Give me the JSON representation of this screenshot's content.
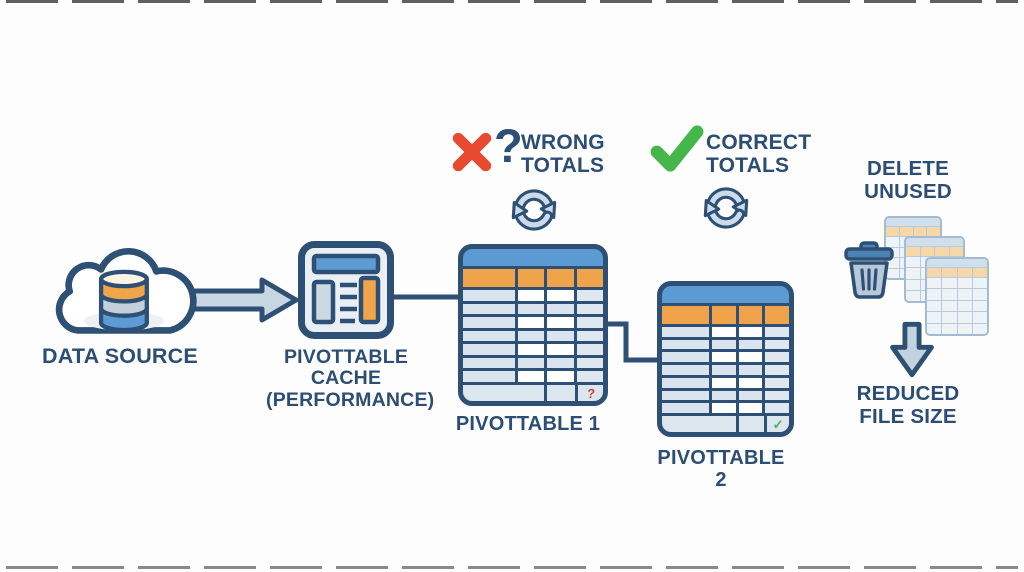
{
  "page": {
    "background": "#fdfdfd"
  },
  "colors": {
    "navy": "#2d5074",
    "text": "#2c4d74",
    "blue": "#5b9ad2",
    "orange": "#efa44c",
    "cell_light": "#d9e4ee",
    "red": "#e8492f",
    "green": "#45b649",
    "arrow_fill": "#c9d7e3"
  },
  "icons": {
    "cloud_database": "cloud with database cylinder",
    "arrow_right": "→",
    "cache_report": "table/report card",
    "refresh": "⟳",
    "cross": "✕",
    "check": "✓",
    "trash": "🗑",
    "worksheet_stack": "three overlapping worksheets",
    "arrow_down": "↓"
  },
  "data_source": {
    "label": "DATA SOURCE"
  },
  "cache": {
    "lines": [
      "PIVOTTABLE",
      "CACHE",
      "(PERFORMANCE)"
    ]
  },
  "wrong_totals": {
    "question_glyph": "?",
    "lines": [
      "WRONG",
      "TOTALS"
    ]
  },
  "correct_totals": {
    "lines": [
      "CORRECT",
      "TOTALS"
    ]
  },
  "pivottable1": {
    "label": "PIVOTTABLE 1",
    "marker": "?"
  },
  "pivottable2": {
    "label": "PIVOTTABLE 2",
    "marker": "✓"
  },
  "delete_unused": {
    "lines": [
      "DELETE",
      "UNUSED"
    ]
  },
  "reduced_file_size": {
    "lines": [
      "REDUCED",
      "FILE SIZE"
    ]
  }
}
